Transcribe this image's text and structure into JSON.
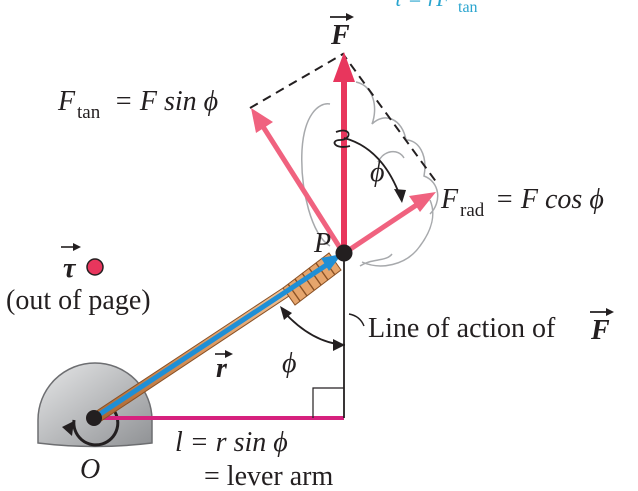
{
  "figure": {
    "top_fragment": "τ = rF",
    "top_fragment_sub": "tan",
    "force": {
      "symbol": "F"
    },
    "f_tan": {
      "lhs": "F",
      "lhs_sub": "tan",
      "rhs": "= F sin ϕ"
    },
    "f_rad": {
      "lhs": "F",
      "lhs_sub": "rad",
      "rhs": "= F cos ϕ"
    },
    "point_p": "P",
    "phi_top": "ϕ",
    "phi_bottom": "ϕ",
    "torque": {
      "symbol": "τ",
      "note": "(out of page)"
    },
    "line_of_action": {
      "text": "Line of action of",
      "symbol": "F"
    },
    "r_vector": "r",
    "origin": "O",
    "lever": {
      "line1": "l = r sin ϕ",
      "line2": "= lever arm"
    },
    "colors": {
      "force_arrow": "#e8365d",
      "component_arrow": "#f0627f",
      "r_vector": "#1f8fd6",
      "lever_line": "#d6217e",
      "wrench_handle": "#d9935a",
      "pivot_gray": "#b8b9bb",
      "text": "#231f20"
    }
  }
}
